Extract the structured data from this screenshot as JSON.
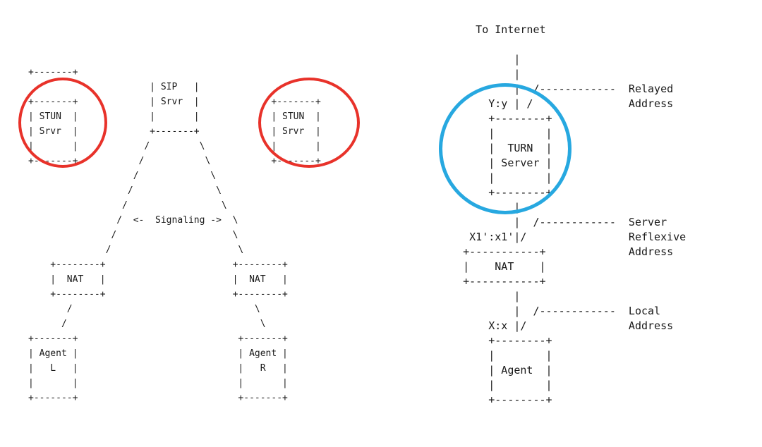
{
  "left_diagram": {
    "title": "ICE / STUN topology",
    "art": "+-------+\n                      | SIP   |\n+-------+             | Srvr  |             +-------+\n| STUN  |             |       |             | STUN  |\n| Srvr  |             +-------+             | Srvr  |\n|       |            /         \\            |       |\n+-------+           /           \\           +-------+\n                   /             \\\n                  /               \\\n                 /                 \\\n                /  <-  Signaling ->  \\\n               /                     \\\n              /                       \\\n    +--------+                       +--------+\n    |  NAT   |                       |  NAT   |\n    +--------+                       +--------+\n       /                                 \\\n      /                                   \\\n+-------+                             +-------+\n| Agent |                             | Agent |\n|   L   |                             |   R   |\n|       |                             |       |\n+-------+                             +-------+"
  },
  "right_diagram": {
    "art": "      To Internet\n\n            |\n            |\n            |  /------------  Relayed\n        Y:y | /               Address\n        +--------+\n        |        |\n        |  TURN  |\n        | Server |\n        |        |\n        +--------+\n            |\n            |  /------------  Server\n     X1':x1'|/                Reflexive\n    +-----------+             Address\n    |    NAT    |\n    +-----------+\n            |\n            |  /------------  Local\n        X:x |/                Address\n        +--------+\n        |        |\n        | Agent  |\n        |        |\n        +--------+"
  },
  "highlights": {
    "stun_color": "#e8322a",
    "turn_color": "#27a8e0"
  }
}
